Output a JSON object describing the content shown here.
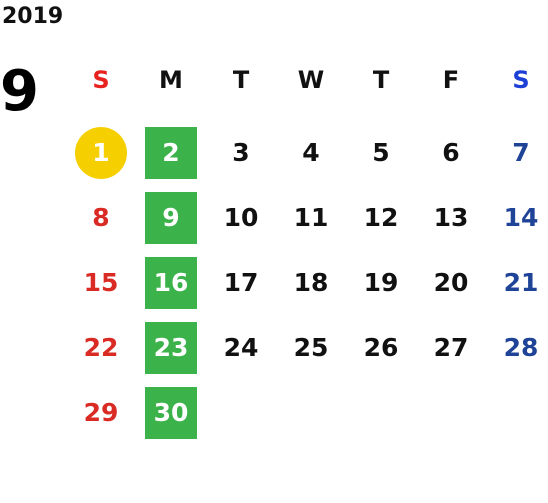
{
  "calendar": {
    "year": "2019",
    "month": "9",
    "weekdays": [
      "S",
      "M",
      "T",
      "W",
      "T",
      "F",
      "S"
    ],
    "colors": {
      "sunday_header": "#e8231f",
      "saturday_header": "#1c3fd6",
      "sunday_text": "#d92a24",
      "saturday_text": "#1f4396",
      "holiday_background": "#3bb24a",
      "highlight_background": "#f5cf00"
    },
    "weeks": [
      [
        {
          "day": "1",
          "type": "highlighted"
        },
        {
          "day": "2",
          "type": "holiday"
        },
        {
          "day": "3",
          "type": "normal"
        },
        {
          "day": "4",
          "type": "normal"
        },
        {
          "day": "5",
          "type": "normal"
        },
        {
          "day": "6",
          "type": "normal"
        },
        {
          "day": "7",
          "type": "saturday"
        }
      ],
      [
        {
          "day": "8",
          "type": "sunday"
        },
        {
          "day": "9",
          "type": "holiday"
        },
        {
          "day": "10",
          "type": "normal"
        },
        {
          "day": "11",
          "type": "normal"
        },
        {
          "day": "12",
          "type": "normal"
        },
        {
          "day": "13",
          "type": "normal"
        },
        {
          "day": "14",
          "type": "saturday"
        }
      ],
      [
        {
          "day": "15",
          "type": "sunday"
        },
        {
          "day": "16",
          "type": "holiday"
        },
        {
          "day": "17",
          "type": "normal"
        },
        {
          "day": "18",
          "type": "normal"
        },
        {
          "day": "19",
          "type": "normal"
        },
        {
          "day": "20",
          "type": "normal"
        },
        {
          "day": "21",
          "type": "saturday"
        }
      ],
      [
        {
          "day": "22",
          "type": "sunday"
        },
        {
          "day": "23",
          "type": "holiday"
        },
        {
          "day": "24",
          "type": "normal"
        },
        {
          "day": "25",
          "type": "normal"
        },
        {
          "day": "26",
          "type": "normal"
        },
        {
          "day": "27",
          "type": "normal"
        },
        {
          "day": "28",
          "type": "saturday"
        }
      ],
      [
        {
          "day": "29",
          "type": "sunday"
        },
        {
          "day": "30",
          "type": "holiday"
        },
        {
          "day": "",
          "type": "empty"
        },
        {
          "day": "",
          "type": "empty"
        },
        {
          "day": "",
          "type": "empty"
        },
        {
          "day": "",
          "type": "empty"
        },
        {
          "day": "",
          "type": "empty"
        }
      ]
    ]
  }
}
